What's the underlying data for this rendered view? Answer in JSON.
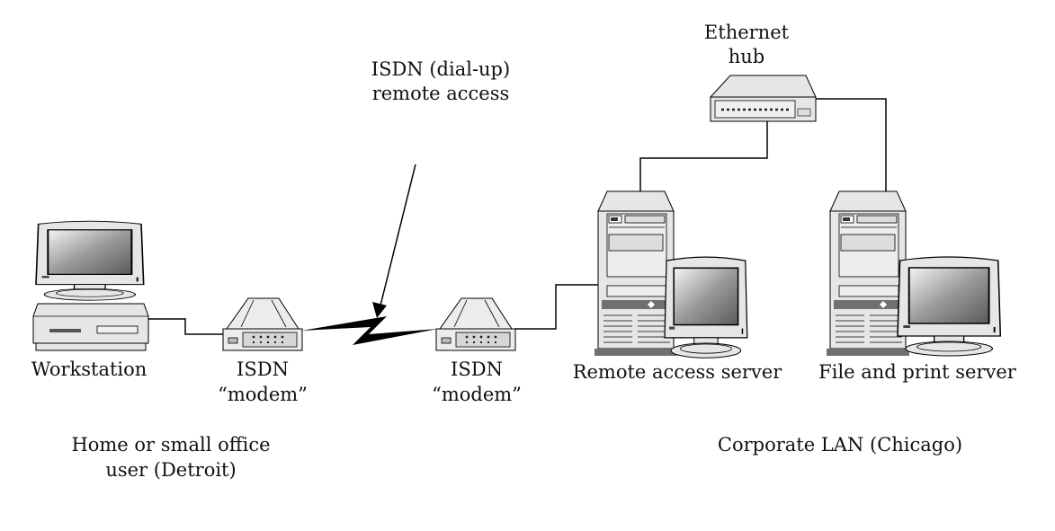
{
  "labels": {
    "hub_line1": "Ethernet",
    "hub_line2": "hub",
    "link_line1": "ISDN (dial-up)",
    "link_line2": "remote access",
    "workstation": "Workstation",
    "modem1_line1": "ISDN",
    "modem1_line2": "“modem”",
    "modem2_line1": "ISDN",
    "modem2_line2": "“modem”",
    "remote_server": "Remote access server",
    "file_server": "File and print server",
    "home_line1": "Home or small office",
    "home_line2": "user (Detroit)",
    "corporate": "Corporate LAN (Chicago)"
  },
  "colors": {
    "line": "#000000",
    "device_fill": "#e4e4e4",
    "device_dark": "#707070"
  }
}
